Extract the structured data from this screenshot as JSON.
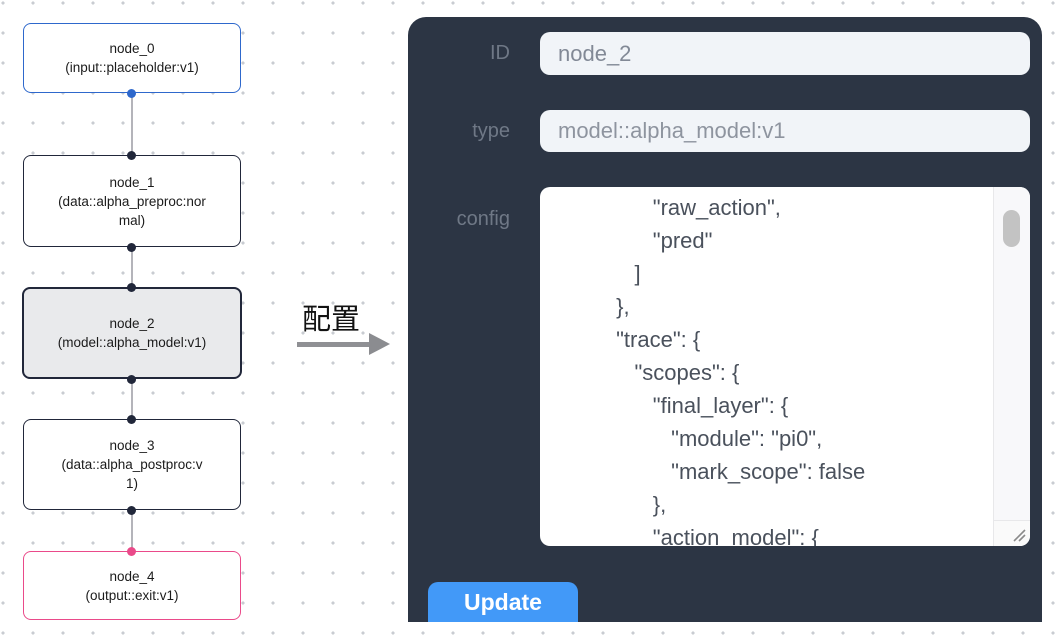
{
  "canvas": {
    "nodes": [
      {
        "name": "node_0",
        "type_label": "(input::placeholder:v1)",
        "role": "input",
        "border_color": "#2e68cc"
      },
      {
        "name": "node_1",
        "type_label": "(data::alpha_preproc:normal)",
        "role": "processor",
        "border_color": "#21273a"
      },
      {
        "name": "node_2",
        "type_label": "(model::alpha_model:v1)",
        "role": "model",
        "border_color": "#21273a",
        "selected": true
      },
      {
        "name": "node_3",
        "type_label": "(data::alpha_postproc:v1)",
        "role": "processor",
        "border_color": "#21273a"
      },
      {
        "name": "node_4",
        "type_label": "(output::exit:v1)",
        "role": "output",
        "border_color": "#ea4a8a"
      }
    ]
  },
  "transition": {
    "label": "配置"
  },
  "panel": {
    "fields": {
      "id": {
        "label": "ID",
        "value": "node_2"
      },
      "type": {
        "label": "type",
        "value": "model::alpha_model:v1"
      },
      "config": {
        "label": "config",
        "value": "                \"raw_action\",\n                \"pred\"\n             ]\n          },\n          \"trace\": {\n             \"scopes\": {\n                \"final_layer\": {\n                   \"module\": \"pi0\",\n                   \"mark_scope\": false\n                },\n                \"action_model\": {"
      }
    },
    "update_button": "Update"
  },
  "colors": {
    "panel_bg": "#2c3544",
    "button_blue": "#4299f8",
    "input_node_border": "#2e68cc",
    "output_node_border": "#ea4a8a",
    "default_node_border": "#21273a",
    "selected_node_bg": "#e9eaec",
    "edge_gray": "#b4b4ba",
    "grid_dot": "#c9ccd2",
    "field_bg": "#f1f4f8"
  }
}
